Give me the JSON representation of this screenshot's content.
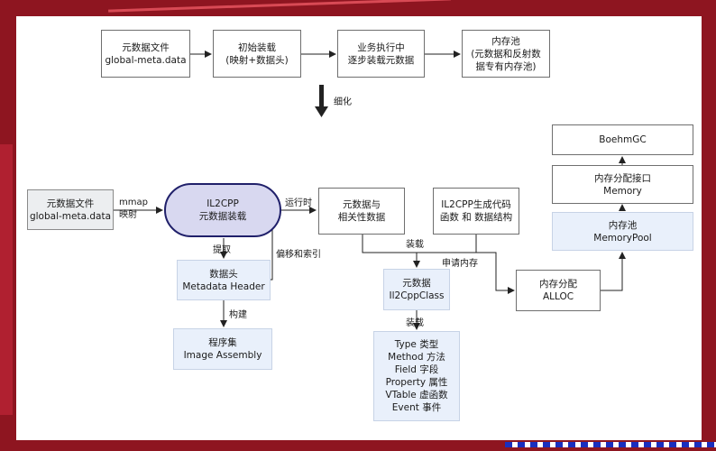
{
  "colors": {
    "background": "#8e1520",
    "panel": "#ffffff",
    "node_border": "#6f6f6f",
    "node_gray": "#eceef0",
    "node_blue": "#e9f0fb",
    "oval_fill": "#d8d8f0",
    "oval_border": "#20206a",
    "arrow": "#222222"
  },
  "top_flow": {
    "step1": {
      "line1": "元数据文件",
      "line2": "global-meta.data"
    },
    "step2": {
      "line1": "初始装载",
      "line2": "(映射+数据头)"
    },
    "step3": {
      "line1": "业务执行中",
      "line2": "逐步装载元数据"
    },
    "step4": {
      "line1": "内存池",
      "line2": "(元数据和反射数",
      "line3": "据专有内存池)"
    },
    "refine_label": "细化"
  },
  "detail": {
    "file": {
      "line1": "元数据文件",
      "line2": "global-meta.data"
    },
    "mmap_label": {
      "line1": "mmap",
      "line2": "映射"
    },
    "il2cpp": {
      "line1": "IL2CPP",
      "line2": "元数据装载"
    },
    "runtime_label": "运行时",
    "metadata_rel": {
      "line1": "元数据与",
      "line2": "相关性数据"
    },
    "il2cpp_gen": {
      "line1": "IL2CPP生成代码",
      "line2": "函数 和 数据结构"
    },
    "extract_label": "提取",
    "offset_label": "偏移和索引",
    "header": {
      "line1": "数据头",
      "line2": "Metadata Header"
    },
    "build_label": "构建",
    "assembly": {
      "line1": "程序集",
      "line2": "Image Assembly"
    },
    "load_label": "装载",
    "request_label": "申请内存",
    "class": {
      "line1": "元数据",
      "line2": "Il2CppClass"
    },
    "load_label2": "装载",
    "types": [
      "Type 类型",
      "Method 方法",
      "Field 字段",
      "Property 属性",
      "VTable 虚函数",
      "Event 事件"
    ],
    "alloc": {
      "line1": "内存分配",
      "line2": "ALLOC"
    },
    "boehm": "BoehmGC",
    "memory_if": {
      "line1": "内存分配接口",
      "line2": "Memory"
    },
    "pool": {
      "line1": "内存池",
      "line2": "MemoryPool"
    }
  }
}
